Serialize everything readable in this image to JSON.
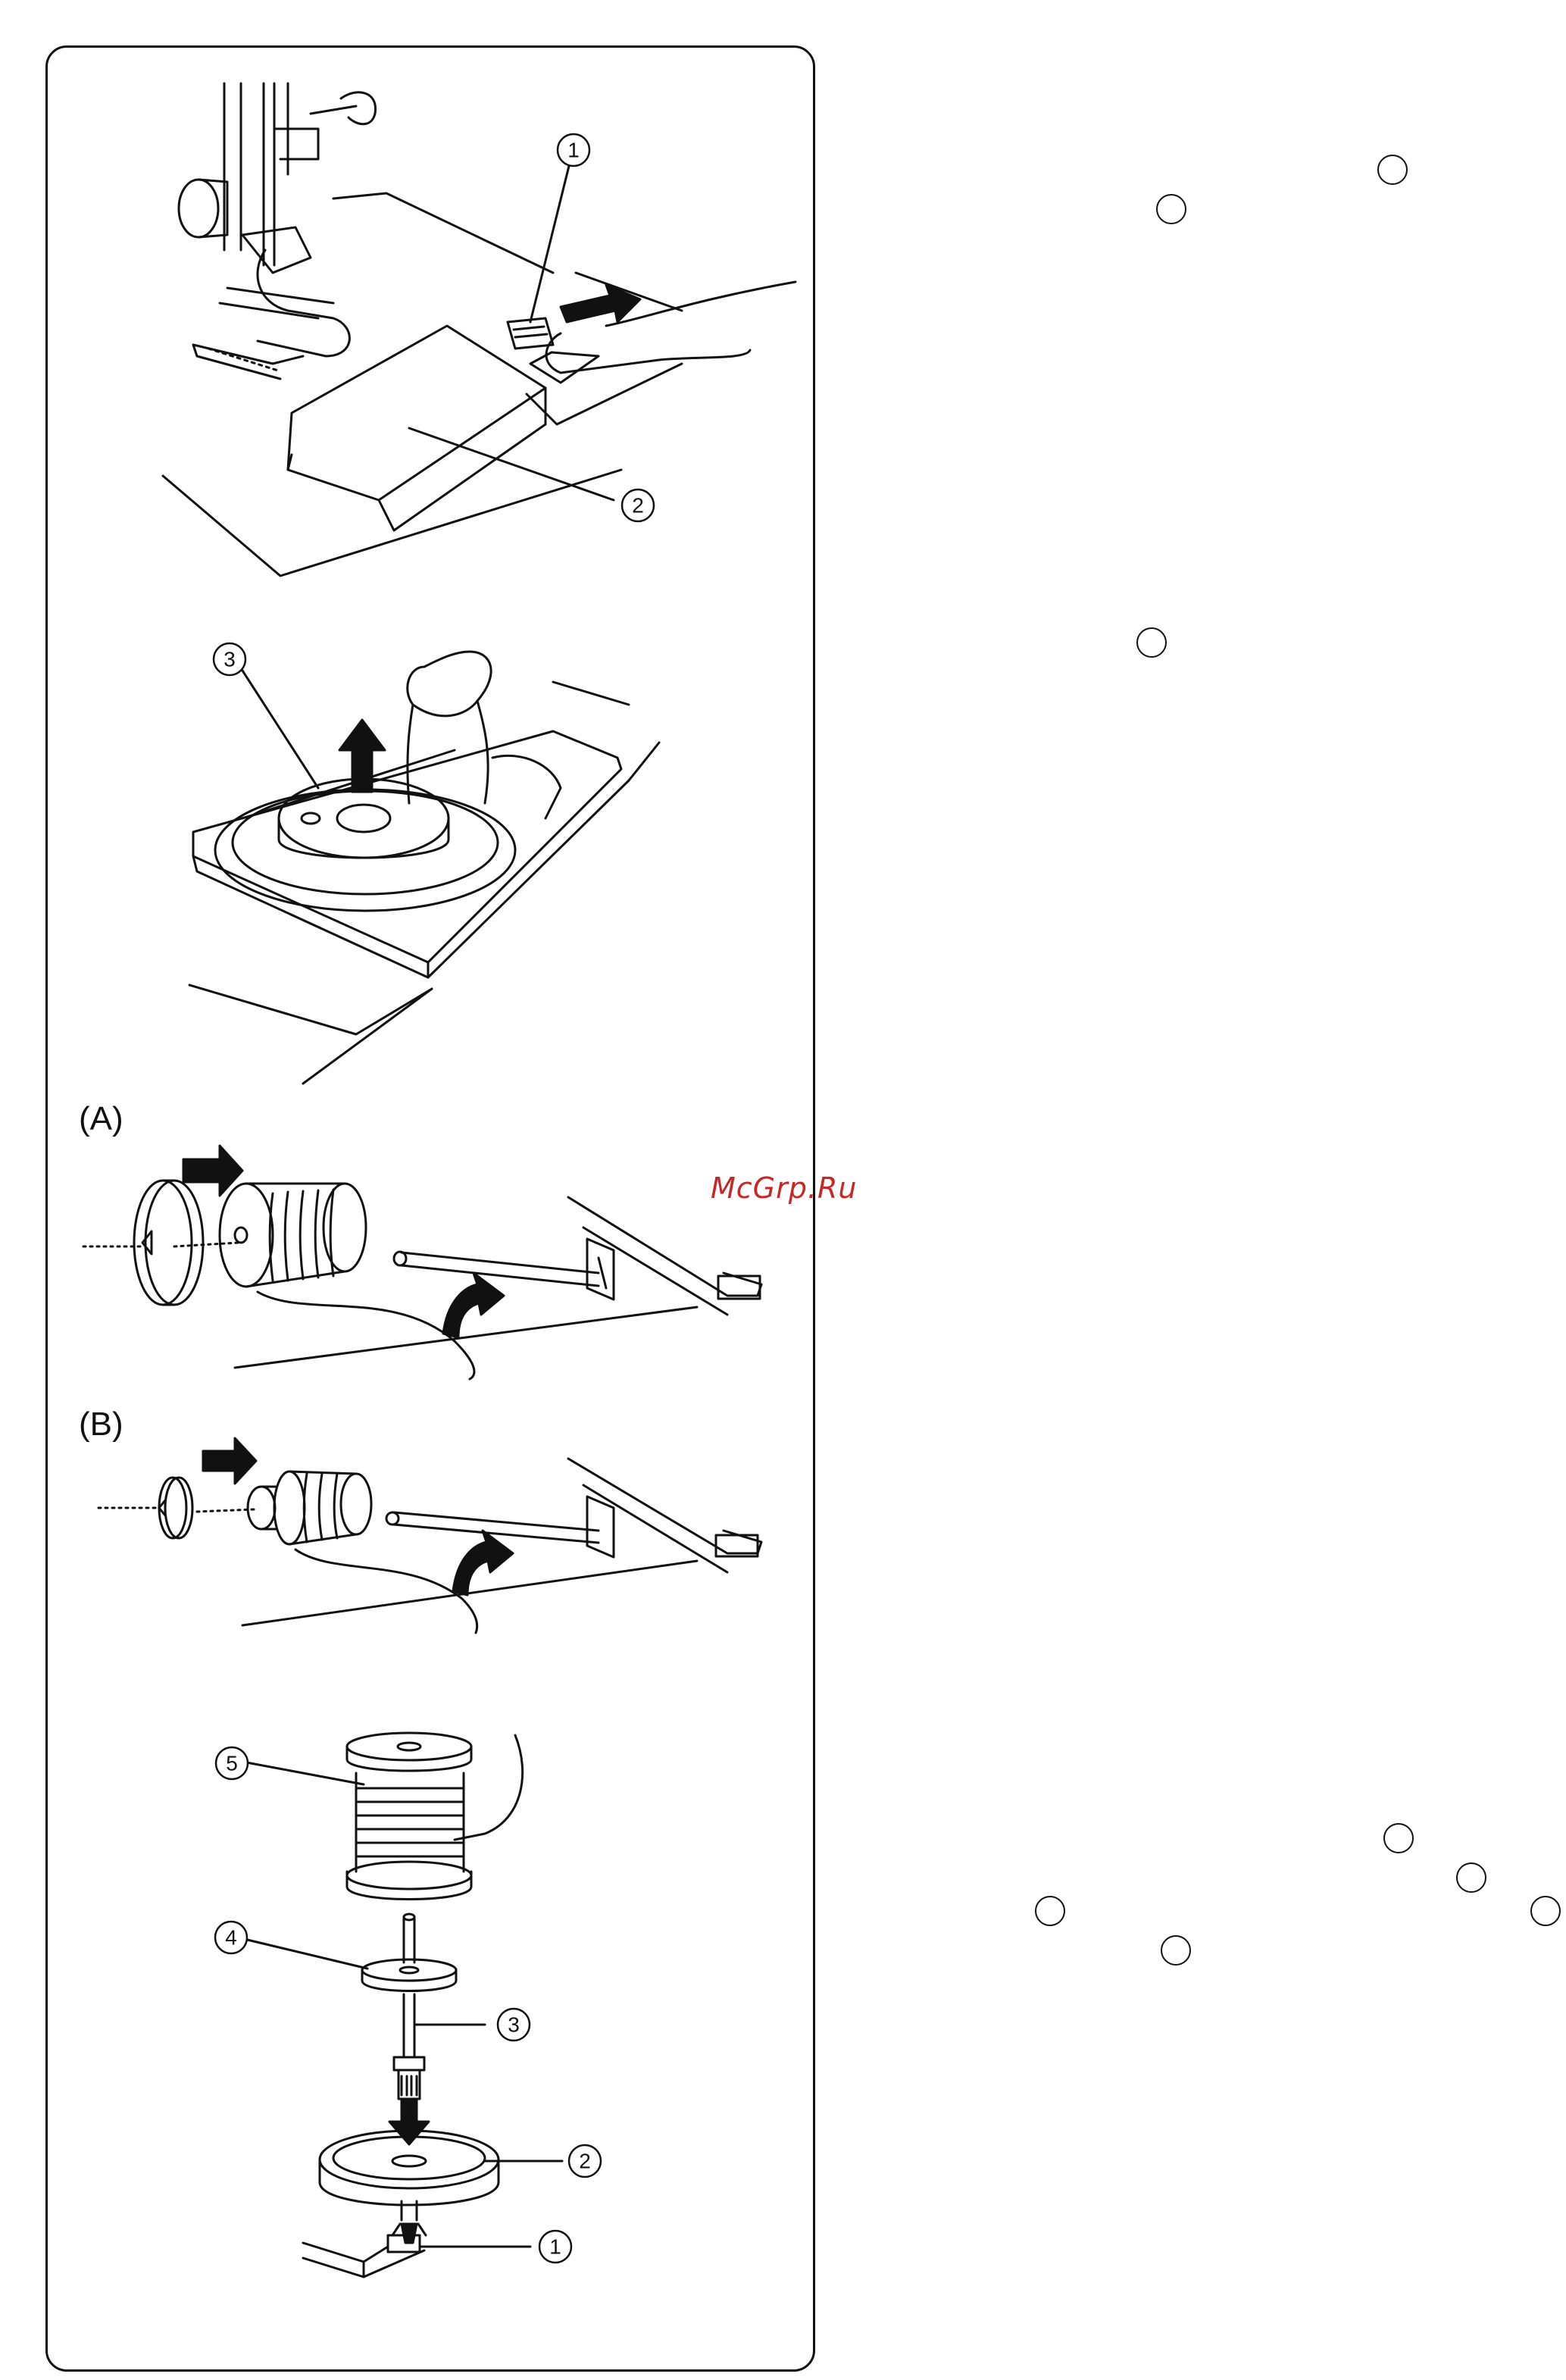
{
  "figure": {
    "label_a": "(A)",
    "label_b": "(B)",
    "callouts": {
      "fig1_slider": "1",
      "fig1_cover": "2",
      "fig2_bobbin": "3",
      "fig5_pin_base": "1",
      "fig5_disc": "2",
      "fig5_pin": "3",
      "fig5_felt": "4",
      "fig5_spool": "5"
    }
  },
  "watermark": "McGrp.Ru"
}
